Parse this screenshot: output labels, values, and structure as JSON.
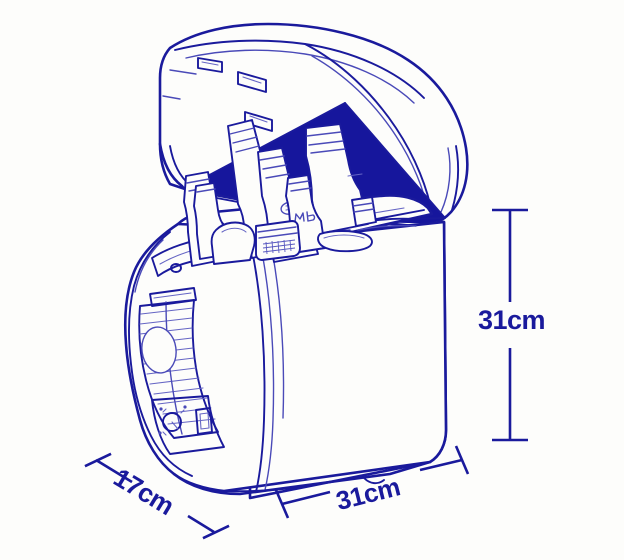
{
  "illustration": {
    "subject": "portable-electric-cooler-open-lid",
    "style": "line-drawing",
    "background_color": "#fdfdfb",
    "line_color": "#1a1a9c",
    "line_color_light": "#5a5ac0",
    "fill_color_lid_interior": "#16169c"
  },
  "dimensions": {
    "height": {
      "label": "31cm",
      "orientation": "vertical",
      "position": "right"
    },
    "depth": {
      "label": "17cm",
      "orientation": "diagonal",
      "position": "bottom-left"
    },
    "width": {
      "label": "31cm",
      "orientation": "diagonal",
      "position": "bottom-right"
    }
  },
  "product_parts": {
    "lid": "hinged-open-lid",
    "lid_interior_panel": "lid-inner-panel",
    "body": "cooler-body",
    "vent_grille": "ventilation-grille",
    "fan": "cooling-fan",
    "control_knob": "thermostat-knob",
    "power_switch": "power-switch",
    "handle_recess": "side-handle-recess",
    "contents": "bottles-and-cans"
  }
}
